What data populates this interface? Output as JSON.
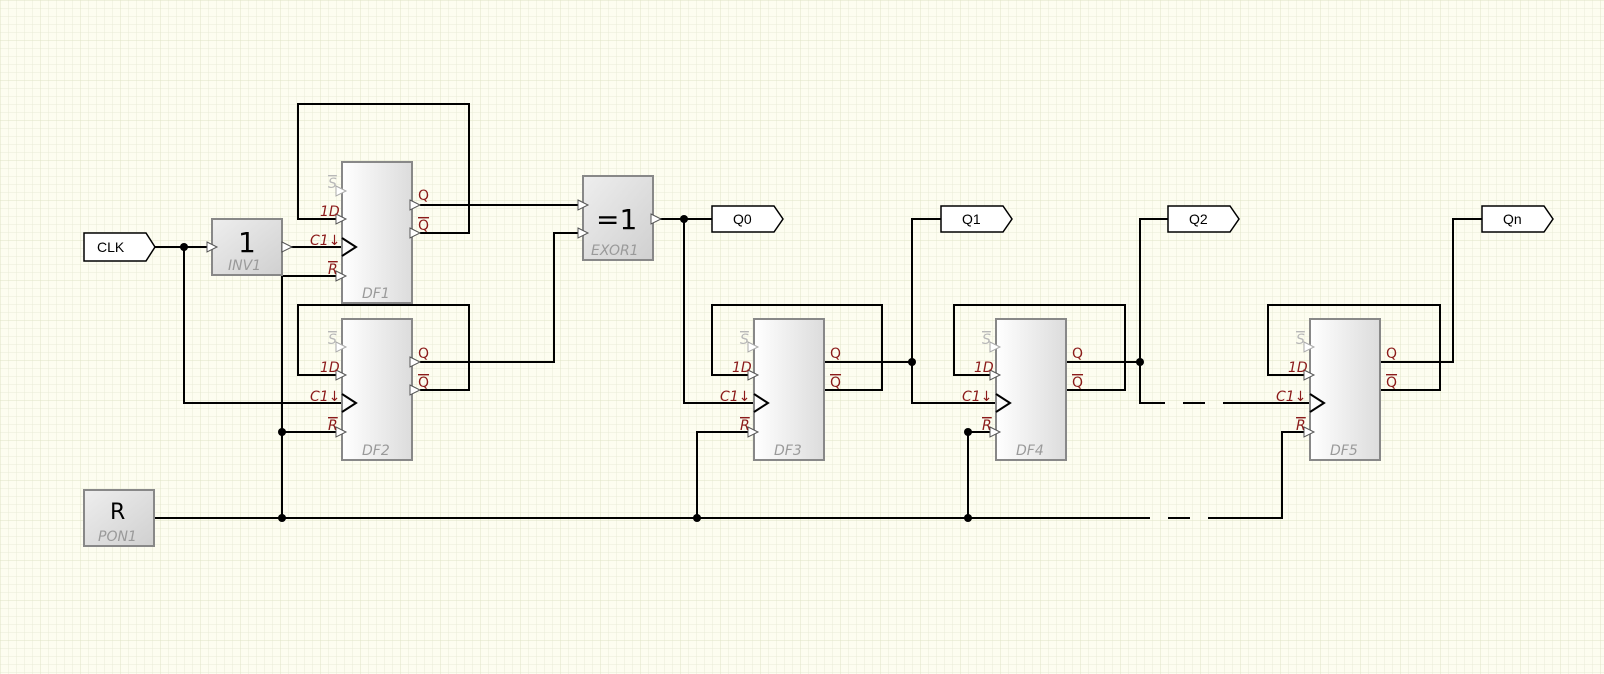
{
  "ports": {
    "clk": "CLK",
    "q0": "Q0",
    "q1": "Q1",
    "q2": "Q2",
    "qn": "Qn"
  },
  "components": {
    "inv1": {
      "symbol": "1",
      "name": "INV1"
    },
    "exor1": {
      "symbol": "=1",
      "name": "EXOR1"
    },
    "pon1": {
      "symbol": "R",
      "name": "PON1"
    },
    "df1": {
      "name": "DF1"
    },
    "df2": {
      "name": "DF2"
    },
    "df3": {
      "name": "DF3"
    },
    "df4": {
      "name": "DF4"
    },
    "df5": {
      "name": "DF5"
    }
  },
  "pin_labels": {
    "s": "S",
    "d": "1D",
    "c": "C1↓",
    "r": "R",
    "q": "Q",
    "qbar": "Q"
  },
  "colors": {
    "background": "#fdfdf0",
    "grid": "#e4e8cf",
    "pin_label": "#8b1a1a",
    "component_name": "#9a9a9a",
    "wire": "#000000"
  },
  "icons": {
    "clock_input": "triangle-edge-icon",
    "port": "pentagon-port-icon"
  }
}
